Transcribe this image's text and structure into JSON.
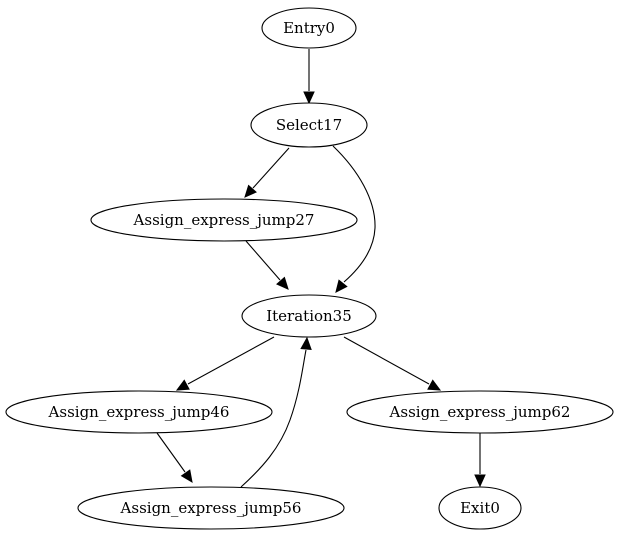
{
  "diagram": {
    "type": "directed-graph",
    "nodes": [
      {
        "id": "Entry0",
        "label": "Entry0"
      },
      {
        "id": "Select17",
        "label": "Select17"
      },
      {
        "id": "Assign_express_jump27",
        "label": "Assign_express_jump27"
      },
      {
        "id": "Iteration35",
        "label": "Iteration35"
      },
      {
        "id": "Assign_express_jump46",
        "label": "Assign_express_jump46"
      },
      {
        "id": "Assign_express_jump62",
        "label": "Assign_express_jump62"
      },
      {
        "id": "Assign_express_jump56",
        "label": "Assign_express_jump56"
      },
      {
        "id": "Exit0",
        "label": "Exit0"
      }
    ],
    "edges": [
      {
        "from": "Entry0",
        "to": "Select17"
      },
      {
        "from": "Select17",
        "to": "Assign_express_jump27"
      },
      {
        "from": "Select17",
        "to": "Iteration35"
      },
      {
        "from": "Assign_express_jump27",
        "to": "Iteration35"
      },
      {
        "from": "Iteration35",
        "to": "Assign_express_jump46"
      },
      {
        "from": "Iteration35",
        "to": "Assign_express_jump62"
      },
      {
        "from": "Assign_express_jump46",
        "to": "Assign_express_jump56"
      },
      {
        "from": "Assign_express_jump56",
        "to": "Iteration35"
      },
      {
        "from": "Assign_express_jump62",
        "to": "Exit0"
      }
    ]
  }
}
